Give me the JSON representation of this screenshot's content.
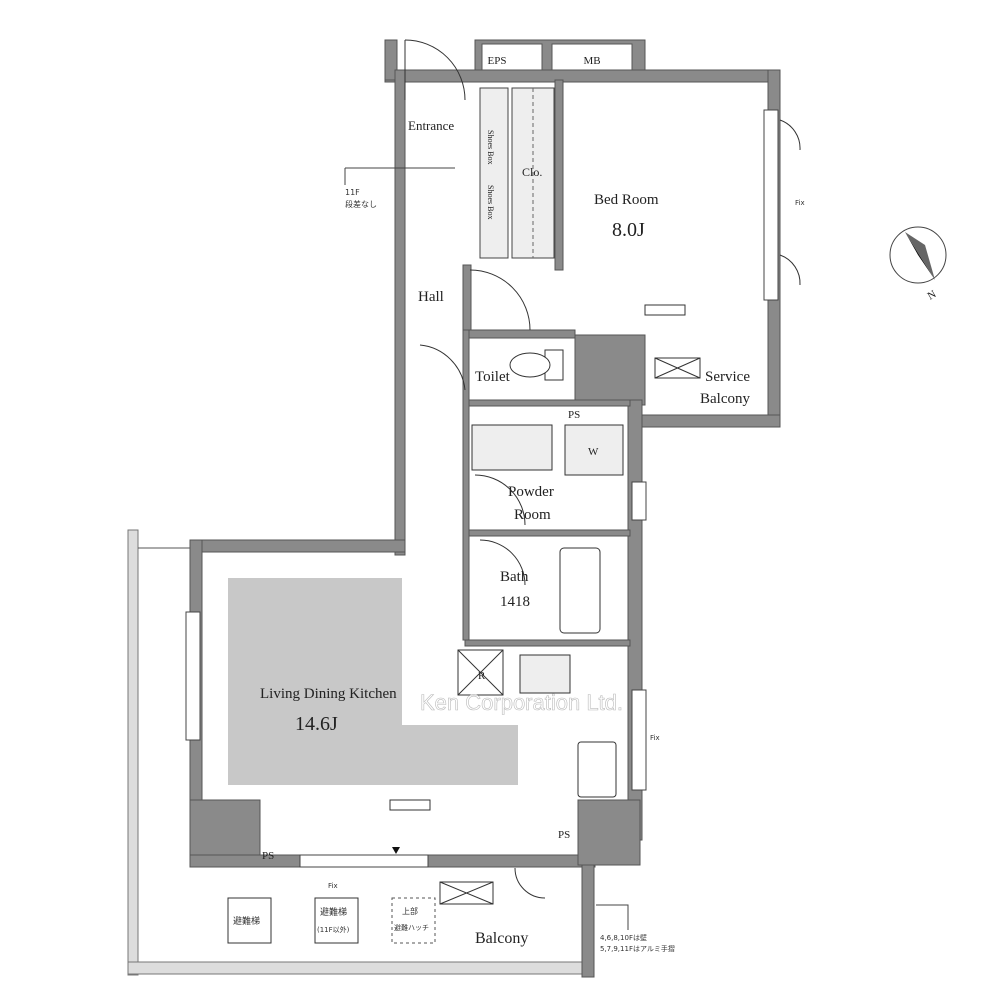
{
  "rooms": {
    "eps": "EPS",
    "mb": "MB",
    "entrance": "Entrance",
    "shoe_box_1": "Shoes Box",
    "shoe_box_2": "Shoes Box",
    "closet": "Clo.",
    "bedroom": "Bed Room",
    "bedroom_size": "8.0J",
    "hall": "Hall",
    "toilet": "Toilet",
    "service_balcony_1": "Service",
    "service_balcony_2": "Balcony",
    "ps_1": "PS",
    "washer": "W",
    "powder_1": "Powder",
    "powder_2": "Room",
    "bath": "Bath",
    "bath_size": "1418",
    "refrigerator": "R",
    "ldk": "Living Dining Kitchen",
    "ldk_size": "14.6J",
    "ps_2": "PS",
    "ps_3": "PS",
    "balcony": "Balcony"
  },
  "notes": {
    "step_1": "11F",
    "step_2": "段差なし",
    "fix_bed": "Fix",
    "fix_kitchen": "Fix",
    "fix_balcony": "Fix",
    "escape_ladder": "避難梯",
    "escape_ladder_2a": "避難梯",
    "escape_ladder_2b": "(11F以外)",
    "hatch_1": "上部",
    "hatch_2": "避難ハッチ",
    "rail_1": "4,6,8,10Fは壁",
    "rail_2": "5,7,9,11Fはアルミ手摺"
  },
  "watermark": "Ken Corporation Ltd.",
  "compass": {
    "label": "N",
    "icon": "north-arrow-icon"
  },
  "colors": {
    "wall": "#8a8a8a",
    "ldk_floor": "#c8c8c8"
  }
}
